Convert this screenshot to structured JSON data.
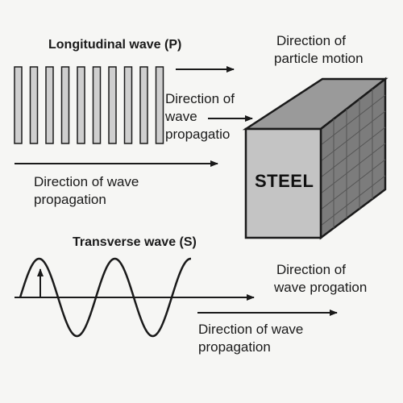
{
  "longitudinal": {
    "title": "Longitudinal wave (P)",
    "particle_motion_label": [
      "Direction of",
      "particle motion"
    ],
    "inner_propagation_label": [
      "Direction of",
      "wave",
      "propagatio"
    ],
    "bottom_propagation_label": [
      "Direction of wave",
      "propagation"
    ]
  },
  "block": {
    "label": "STEEL"
  },
  "transverse": {
    "title": "Transverse wave (S)",
    "right_label": [
      "Direction of",
      "wave progation"
    ],
    "bottom_label": [
      "Direction of wave",
      "propagation"
    ]
  },
  "colors": {
    "stroke": "#1a1a1a",
    "bar_fill": "#cfcfcf",
    "cube_front": "#c4c4c4",
    "cube_top": "#9a9a9a",
    "cube_side": "#7c7c7c",
    "background": "#f6f6f4"
  }
}
